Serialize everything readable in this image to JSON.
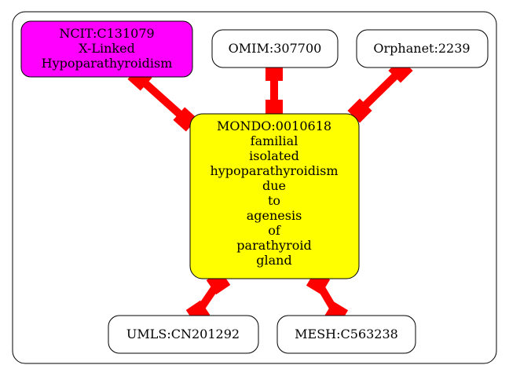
{
  "colors": {
    "edge": "#ff0000",
    "center_fill": "#ffff00",
    "ncit_fill": "#ff00ff",
    "default_fill": "#ffffff",
    "stroke": "#000000"
  },
  "nodes": {
    "ncit": {
      "lines": [
        "NCIT:C131079",
        "X-Linked",
        "Hypoparathyroidism"
      ]
    },
    "omim": {
      "label": "OMIM:307700"
    },
    "orphanet": {
      "label": "Orphanet:2239"
    },
    "center": {
      "lines": [
        "MONDO:0010618",
        "familial",
        "isolated",
        "hypoparathyroidism",
        "due",
        "to",
        "agenesis",
        "of",
        "parathyroid",
        "gland"
      ]
    },
    "umls": {
      "label": "UMLS:CN201292"
    },
    "mesh": {
      "label": "MESH:C563238"
    }
  }
}
